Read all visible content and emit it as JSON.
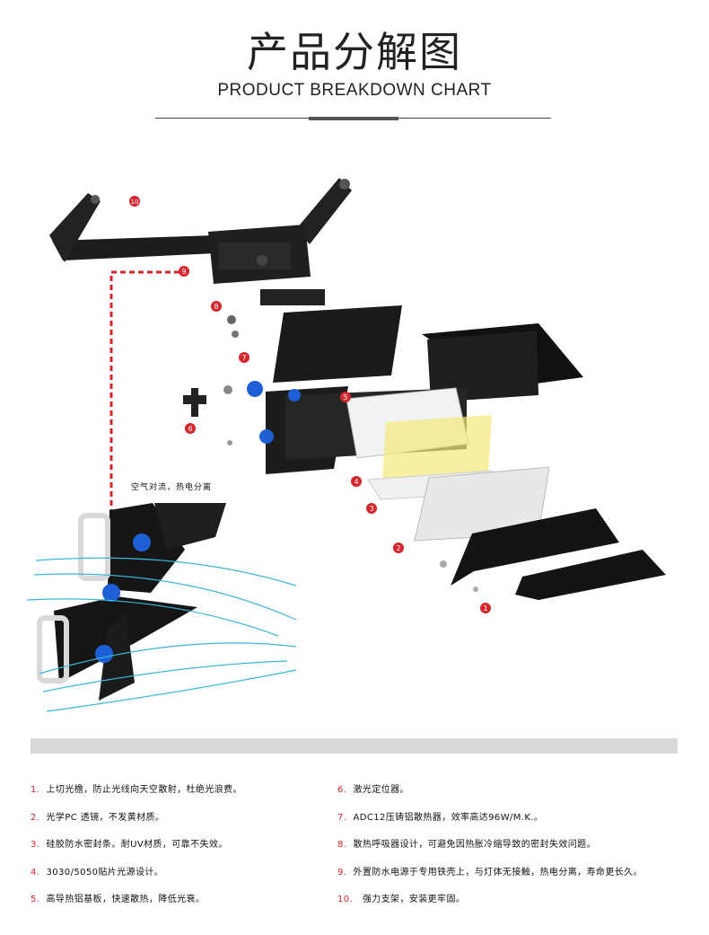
{
  "header": {
    "title_cn": "产品分解图",
    "title_en": "PRODUCT BREAKDOWN CHART"
  },
  "diagram": {
    "caption": "空气对流，热电分离",
    "callouts": [
      "1",
      "2",
      "3",
      "4",
      "5",
      "6",
      "7",
      "8",
      "9",
      "10"
    ]
  },
  "colors": {
    "accent_red": "#d6262d",
    "body_black": "#1c1c1c",
    "cap_blue": "#1f5fd6",
    "airflow_cyan": "#3bb6d8",
    "led_yellow": "#e3d000"
  },
  "notes_left": [
    {
      "num": "1.",
      "text": "上切光檐，防止光线向天空散射，杜绝光浪费。"
    },
    {
      "num": "2.",
      "text": "光学PC 透镜，不发黄材质。"
    },
    {
      "num": "3.",
      "text": "硅胶防水密封条。耐UV材质，可靠不失效。"
    },
    {
      "num": "4.",
      "text": "3030/5050贴片光源设计。"
    },
    {
      "num": "5.",
      "text": "高导热铝基板，快速散热，降低光衰。"
    }
  ],
  "notes_right": [
    {
      "num": "6.",
      "text": "激光定位器。"
    },
    {
      "num": "7.",
      "text": "ADC12压铸铝散热器，效率高达96W/M.K.。"
    },
    {
      "num": "8.",
      "text": "散热呼吸器设计，可避免因热胀冷缩导致的密封失效问题。"
    },
    {
      "num": "9.",
      "text": "外置防水电源于专用铁壳上，与灯体无接触，热电分离，寿命更长久。"
    },
    {
      "num": "10.",
      "text": " 强力支架，安装更牢固。"
    }
  ]
}
